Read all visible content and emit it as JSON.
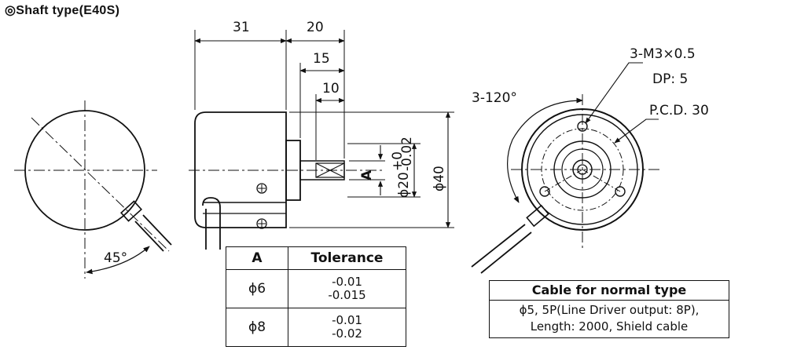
{
  "title": "◎Shaft type(E40S)",
  "dimensions": {
    "body_length": "31",
    "shaft_length_20": "20",
    "shaft_length_15": "15",
    "shaft_length_10": "10",
    "shaft_letter": "A",
    "shaft_dia_label": "ϕ20",
    "shaft_dia_tol_upper": "+0",
    "shaft_dia_tol_lower": "-0.02",
    "body_dia": "ϕ40",
    "angle_45": "45°",
    "angle_120": "3-120°",
    "thread": "3-M3×0.5",
    "depth": "DP: 5",
    "pcd": "P.C.D. 30"
  },
  "tolerance_table": {
    "headers": [
      "A",
      "Tolerance"
    ],
    "rows": [
      {
        "a": "ϕ6",
        "upper": "-0.01",
        "lower": "-0.015"
      },
      {
        "a": "ϕ8",
        "upper": "-0.01",
        "lower": "-0.02"
      }
    ]
  },
  "cable": {
    "title": "Cable for normal type",
    "line1": "ϕ5, 5P(Line Driver output: 8P),",
    "line2": "Length: 2000, Shield cable"
  }
}
